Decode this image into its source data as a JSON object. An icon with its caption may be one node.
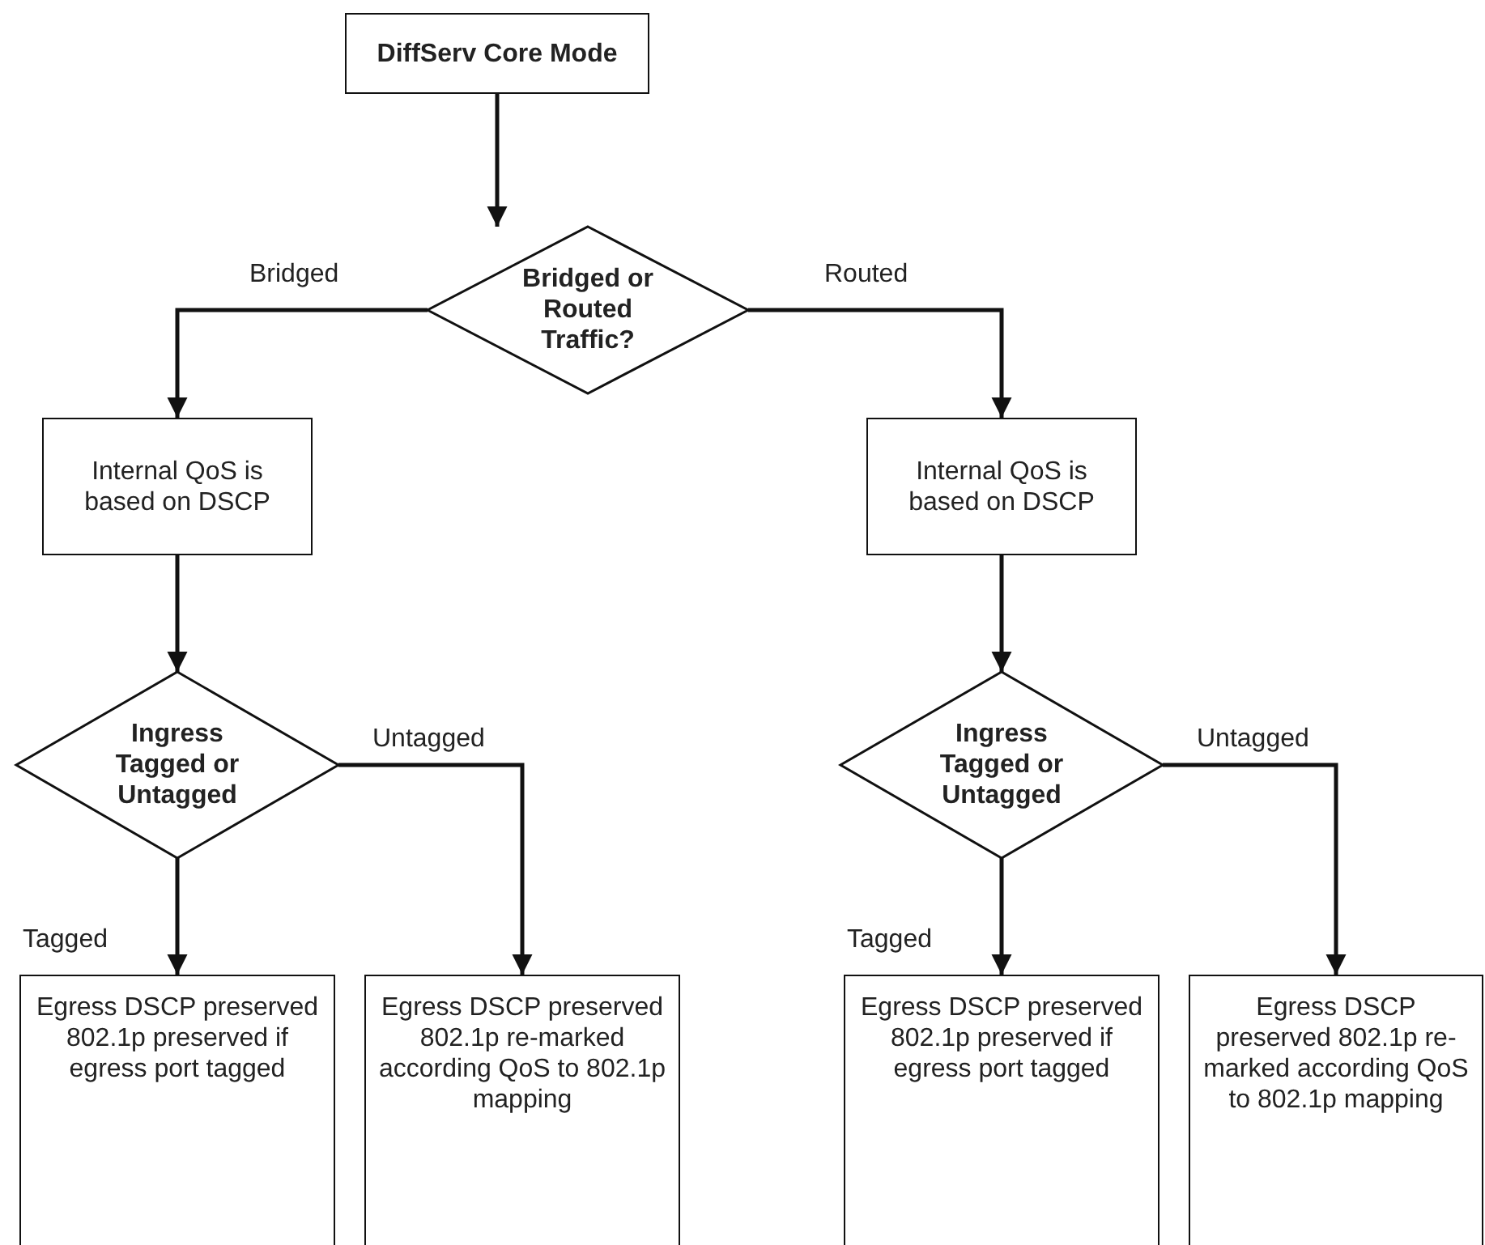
{
  "diagram": {
    "nodes": [
      {
        "text": [
          "DiffServ Core Mode"
        ]
      },
      {
        "text": [
          "Bridged or Routed Traffic?"
        ]
      },
      {
        "text": [
          "Internal QoS is based on DSCP"
        ]
      },
      {
        "text": [
          "Internal QoS is based on DSCP"
        ]
      },
      {
        "text": [
          "Ingress Tagged or Untagged"
        ]
      },
      {
        "text": [
          "Ingress Tagged or Untagged"
        ]
      },
      {
        "text": [
          "Egress DSCP preserved 802.1p preserved if egress port tagged"
        ]
      },
      {
        "text": [
          "Egress DSCP preserved 802.1p re-marked according QoS to 802.1p mapping"
        ]
      },
      {
        "text": [
          "Egress DSCP preserved 802.1p preserved if egress port tagged"
        ]
      },
      {
        "text": [
          "Egress DSCP preserved 802.1p re-marked according QoS to 802.1p mapping"
        ]
      }
    ],
    "edges": [
      {
        "from": 0,
        "to": 1,
        "arrow": "to"
      },
      {
        "from": 1,
        "to": 2,
        "arrow": "to",
        "label": "Bridged"
      },
      {
        "from": 1,
        "to": 3,
        "arrow": "to",
        "label": "Routed"
      },
      {
        "from": 2,
        "to": 4,
        "arrow": "to"
      },
      {
        "from": 3,
        "to": 5,
        "arrow": "to"
      },
      {
        "from": 4,
        "to": 6,
        "arrow": "to",
        "label": "Tagged"
      },
      {
        "from": 4,
        "to": 7,
        "arrow": "to",
        "label": "Untagged"
      },
      {
        "from": 5,
        "to": 8,
        "arrow": "to",
        "label": "Tagged"
      },
      {
        "from": 5,
        "to": 9,
        "arrow": "to",
        "label": "Untagged"
      }
    ]
  }
}
